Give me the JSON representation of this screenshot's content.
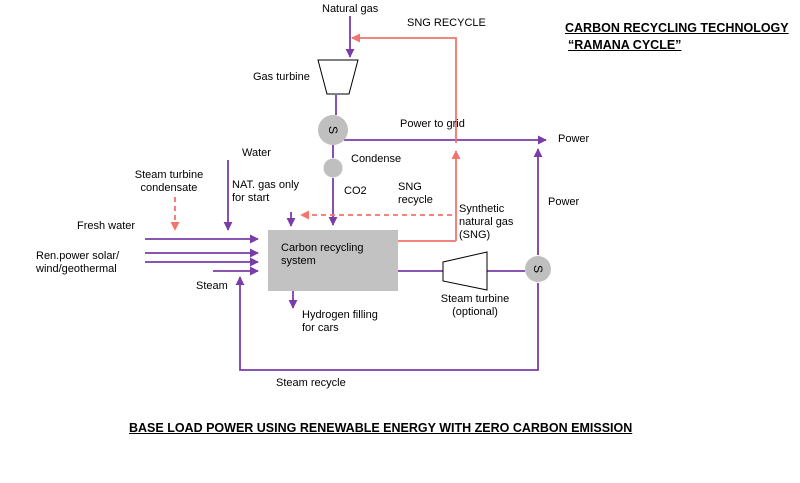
{
  "header": {
    "title_line1": "CARBON RECYCLING TECHNOLOGY",
    "title_line2": "“RAMANA CYCLE”"
  },
  "footer": {
    "caption": "BASE LOAD POWER USING RENEWABLE ENERGY WITH ZERO CARBON EMISSION"
  },
  "nodes": {
    "gas_turbine_label": "Gas turbine",
    "generator_top": "S",
    "generator_right": "S",
    "condenser_label": "Condense",
    "carbon_system_label": "Carbon recycling\nsystem",
    "steam_turbine_label": "Steam turbine\n(optional)"
  },
  "flows": {
    "natural_gas": "Natural gas",
    "sng_recycle_top": "SNG RECYCLE",
    "power_to_grid": "Power to grid",
    "power_top": "Power",
    "power_mid": "Power",
    "water": "Water",
    "co2": "CO2",
    "sng_recycle_mid": "SNG\nrecycle",
    "synthetic_ng": "Synthetic\nnatural gas\n(SNG)",
    "steam_condensate": "Steam turbine\ncondensate",
    "nat_gas_start": "NAT. gas only\nfor start",
    "fresh_water": "Fresh water",
    "ren_power": "Ren.power solar/\nwind/geothermal",
    "steam": "Steam",
    "hydrogen": "Hydrogen filling\nfor cars",
    "steam_recycle": "Steam recycle"
  },
  "colors": {
    "purple": "#7A3DA8",
    "red": "#F4736B",
    "gray_fill": "#BFBFBF"
  }
}
